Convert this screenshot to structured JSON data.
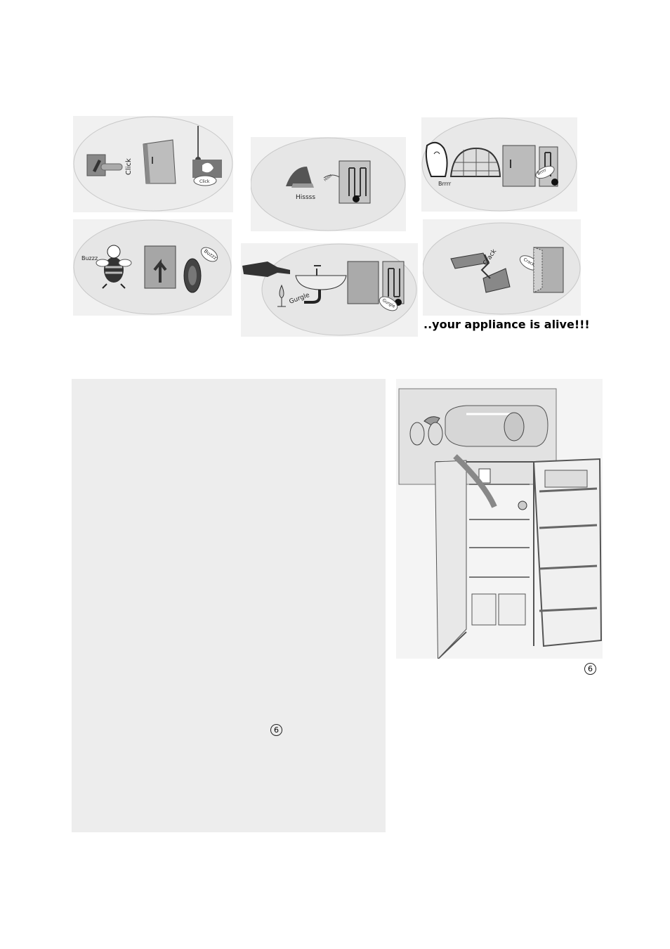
{
  "sounds": {
    "click_vertical": "Click",
    "click_bubble": "Click",
    "hissss": "Hissss",
    "hiss_small": "Hisss",
    "brrrr": "Brrrr",
    "brrrr_bubble": "Brrrr",
    "buzzz": "Buzzz",
    "buzzz_bubble": "Buzzz",
    "gurgle": "Gurgle",
    "gurgle_bubble": "Gurgle",
    "crack": "Crack",
    "crack_bubble": "Crack"
  },
  "tagline": "..your appliance is alive!!!",
  "text_box": {
    "ref_number": "6"
  },
  "figure": {
    "caption_number": "6"
  },
  "colors": {
    "panel_bg": "#f1f1f1",
    "ellipse_bg": "#e6e6e6",
    "text_box_bg": "#ededed",
    "fridge_gray": "#9a9a9a"
  }
}
